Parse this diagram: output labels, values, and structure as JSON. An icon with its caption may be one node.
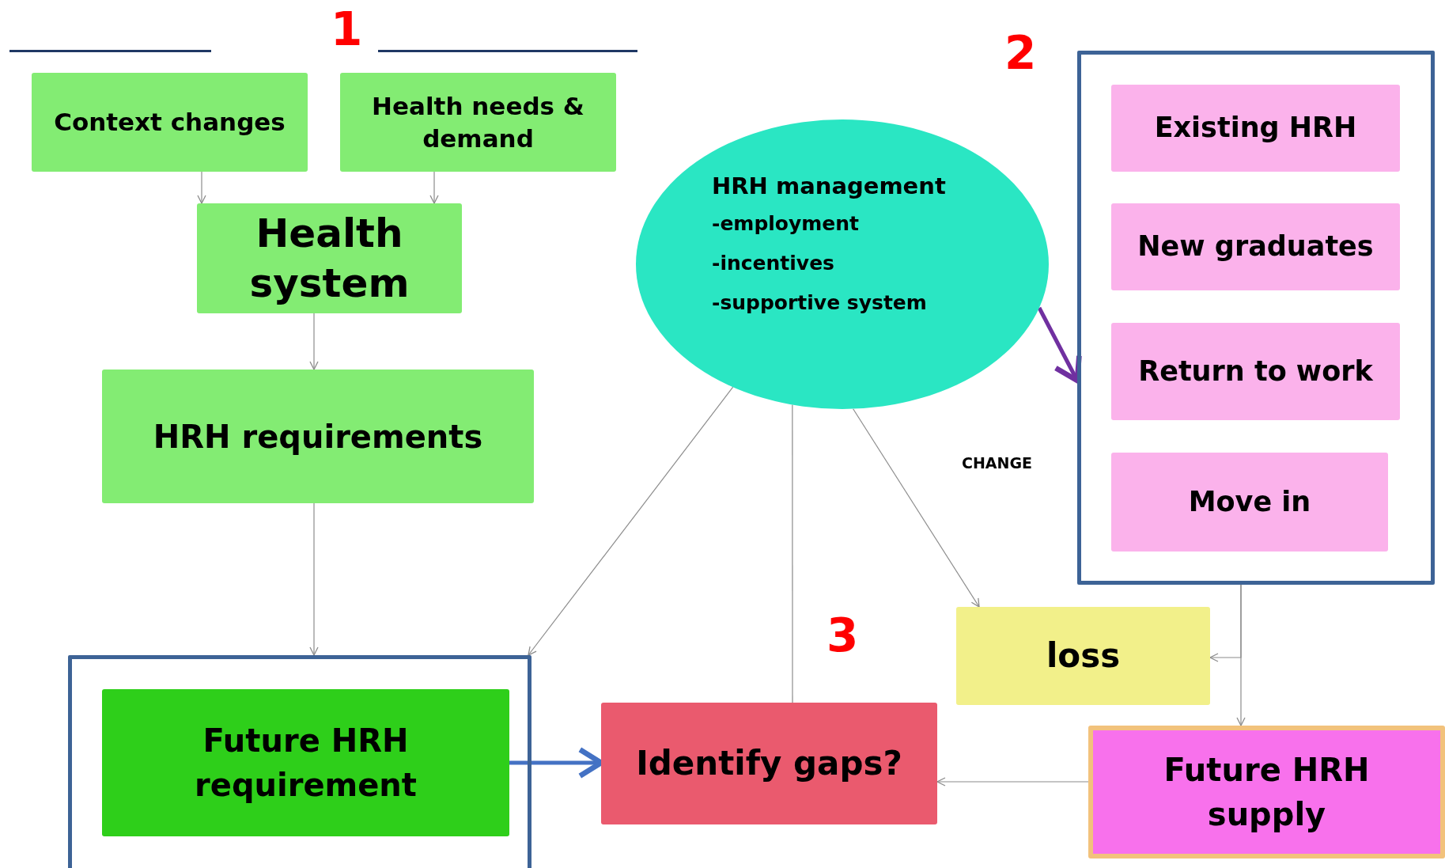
{
  "diagram": {
    "nodes": [
      {
        "text": [
          "Context changes"
        ]
      },
      {
        "text": [
          "Health needs & demand"
        ]
      },
      {
        "text": [
          "Health system"
        ]
      },
      {
        "text": [
          "HRH requirements"
        ]
      },
      {
        "text": [
          "HRH management",
          "-employment",
          "-incentives",
          "-supportive system"
        ]
      },
      {
        "text": [],
        "shape": "box"
      },
      {
        "text": [
          "Existing HRH"
        ],
        "in": 5
      },
      {
        "text": [
          "New graduates"
        ],
        "in": 5
      },
      {
        "text": [
          "Return to work"
        ],
        "in": 5
      },
      {
        "text": [
          "Move in"
        ],
        "in": 5
      },
      {
        "text": [
          "loss"
        ]
      },
      {
        "text": [],
        "shape": "box"
      },
      {
        "text": [
          "Future HRH requirement"
        ],
        "in": 11
      },
      {
        "text": [
          "Identify gaps?"
        ]
      },
      {
        "text": [
          "Future HRH supply"
        ]
      }
    ],
    "edges": [
      {
        "from": 0,
        "to": 2,
        "arrow": "to"
      },
      {
        "from": 1,
        "to": 2,
        "arrow": "to"
      },
      {
        "from": 2,
        "to": 3,
        "arrow": "to"
      },
      {
        "from": 3,
        "to": 11,
        "arrow": "to"
      },
      {
        "from": 4,
        "to": 11,
        "arrow": "to"
      },
      {
        "from": 4,
        "to": 13,
        "arrow": "none"
      },
      {
        "from": 4,
        "to": 10,
        "arrow": "to"
      },
      {
        "from": 4,
        "to": 5,
        "arrow": "to",
        "style": "thick",
        "color": "#7030a0"
      },
      {
        "from": 5,
        "to": 10,
        "arrow": "to"
      },
      {
        "from": 5,
        "to": 14,
        "arrow": "to"
      },
      {
        "from": 12,
        "to": 13,
        "arrow": "to",
        "style": "thick",
        "color": "#4472c4"
      },
      {
        "from": 14,
        "to": 13,
        "arrow": "to"
      }
    ],
    "labels": [
      "1",
      "2",
      "3",
      "CHANGE"
    ]
  }
}
